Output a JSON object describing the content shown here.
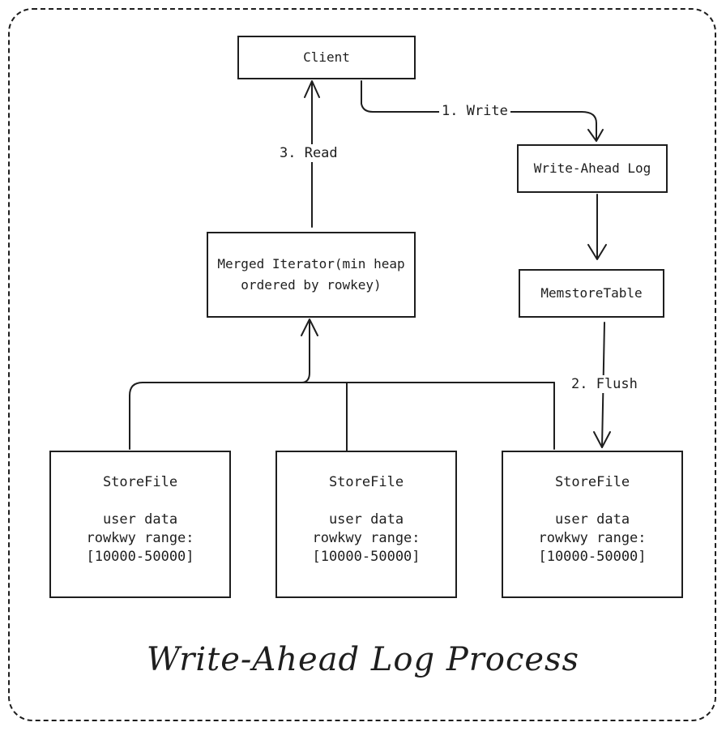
{
  "title": "Write-Ahead Log Process",
  "nodes": {
    "client": "Client",
    "wal": "Write-Ahead Log",
    "memstore": "MemstoreTable",
    "merged": "Merged Iterator(min heap ordered by rowkey)",
    "storefiles": [
      {
        "name": "StoreFile",
        "line1": "user data",
        "line2": "rowkwy range:",
        "line3": "[10000-50000]"
      },
      {
        "name": "StoreFile",
        "line1": "user data",
        "line2": "rowkwy range:",
        "line3": "[10000-50000]"
      },
      {
        "name": "StoreFile",
        "line1": "user data",
        "line2": "rowkwy range:",
        "line3": "[10000-50000]"
      }
    ]
  },
  "edges": {
    "write": "1. Write",
    "flush": "2. Flush",
    "read": "3. Read"
  }
}
